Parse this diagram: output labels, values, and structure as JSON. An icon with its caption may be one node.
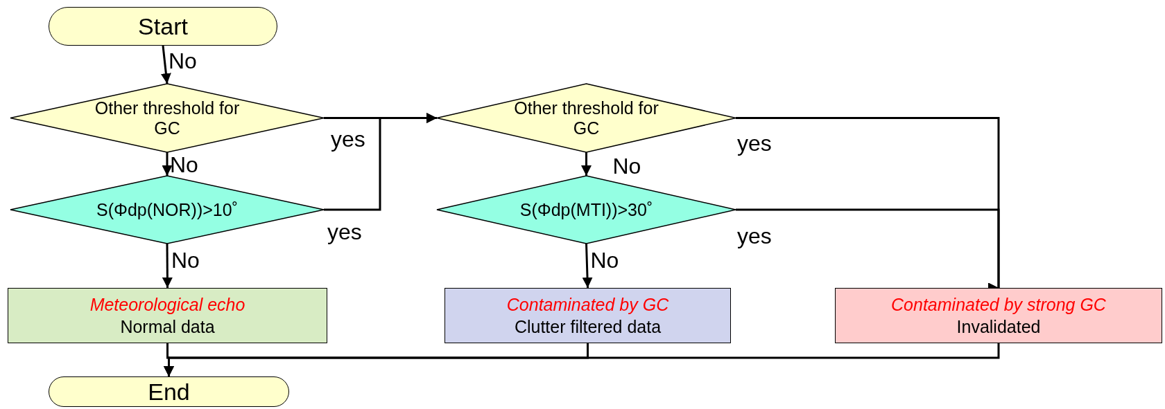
{
  "diagram": {
    "nodes": [
      {
        "text": [
          "Start"
        ]
      },
      {
        "text": [
          "Other threshold for GC"
        ]
      },
      {
        "text": [
          "S(Φdp(NOR))>10˚"
        ]
      },
      {
        "text": [
          "Other threshold for GC"
        ]
      },
      {
        "text": [
          "S(Φdp(MTI))>30˚"
        ]
      },
      {
        "text": [
          "Meteorological echo",
          "Normal data"
        ]
      },
      {
        "text": [
          "Contaminated by GC",
          "Clutter filtered data"
        ]
      },
      {
        "text": [
          "Contaminated by strong GC",
          "Invalidated"
        ]
      },
      {
        "text": [
          "End"
        ]
      }
    ],
    "edges": [
      {
        "from": 0,
        "to": 1,
        "arrow": "to",
        "label": "No"
      },
      {
        "from": 1,
        "to": 2,
        "arrow": "to",
        "label": "No"
      },
      {
        "from": 2,
        "to": 5,
        "arrow": "to",
        "label": "No"
      },
      {
        "from": 1,
        "to": 3,
        "arrow": "to",
        "label": "yes"
      },
      {
        "from": 2,
        "to": 3,
        "arrow": "to",
        "label": "yes"
      },
      {
        "from": 3,
        "to": 4,
        "arrow": "to",
        "label": "No"
      },
      {
        "from": 4,
        "to": 6,
        "arrow": "to",
        "label": "No"
      },
      {
        "from": 3,
        "to": 7,
        "arrow": "to",
        "label": "yes"
      },
      {
        "from": 4,
        "to": 7,
        "arrow": "to",
        "label": "yes"
      },
      {
        "from": 5,
        "to": 8,
        "arrow": "to"
      },
      {
        "from": 6,
        "to": 8,
        "arrow": "to"
      },
      {
        "from": 7,
        "to": 8,
        "arrow": "to"
      }
    ]
  }
}
